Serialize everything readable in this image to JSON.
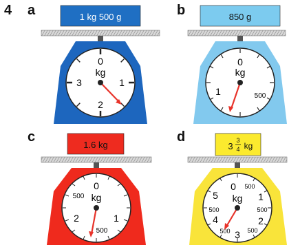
{
  "question_number": "4",
  "scales": [
    {
      "letter": "a",
      "label_text": "1 kg 500 g",
      "label_bg": "#1f6fc3",
      "body_color": "#1d66be",
      "dial_labels": [
        "0",
        "1",
        "2",
        "3"
      ],
      "unit": "kg",
      "reading_kg": 1.5
    },
    {
      "letter": "b",
      "label_text": "850 g",
      "label_bg": "#7ccbef",
      "body_color": "#82c9ee",
      "dial_labels": [
        "0",
        "1",
        "500"
      ],
      "unit": "kg",
      "reading_kg": 0.85
    },
    {
      "letter": "c",
      "label_text": "1.6 kg",
      "label_bg": "#ee2b1f",
      "body_color": "#ef2a1d",
      "dial_labels": [
        "0",
        "1",
        "2",
        "500",
        "500"
      ],
      "unit": "kg",
      "reading_kg": 1.6
    },
    {
      "letter": "d",
      "label_whole": "3",
      "label_num": "3",
      "label_den": "4",
      "label_unit": "kg",
      "label_bg": "#fbea2e",
      "body_color": "#f9e43a",
      "dial_labels": [
        "0",
        "1",
        "2",
        "3",
        "4",
        "5",
        "500",
        "500",
        "500",
        "500",
        "500"
      ],
      "unit": "kg",
      "reading_kg": 3.75
    }
  ],
  "colors": {
    "pointer": "#e8332a",
    "hatch": "#8a8a8a",
    "dial_face": "#ffffff"
  }
}
